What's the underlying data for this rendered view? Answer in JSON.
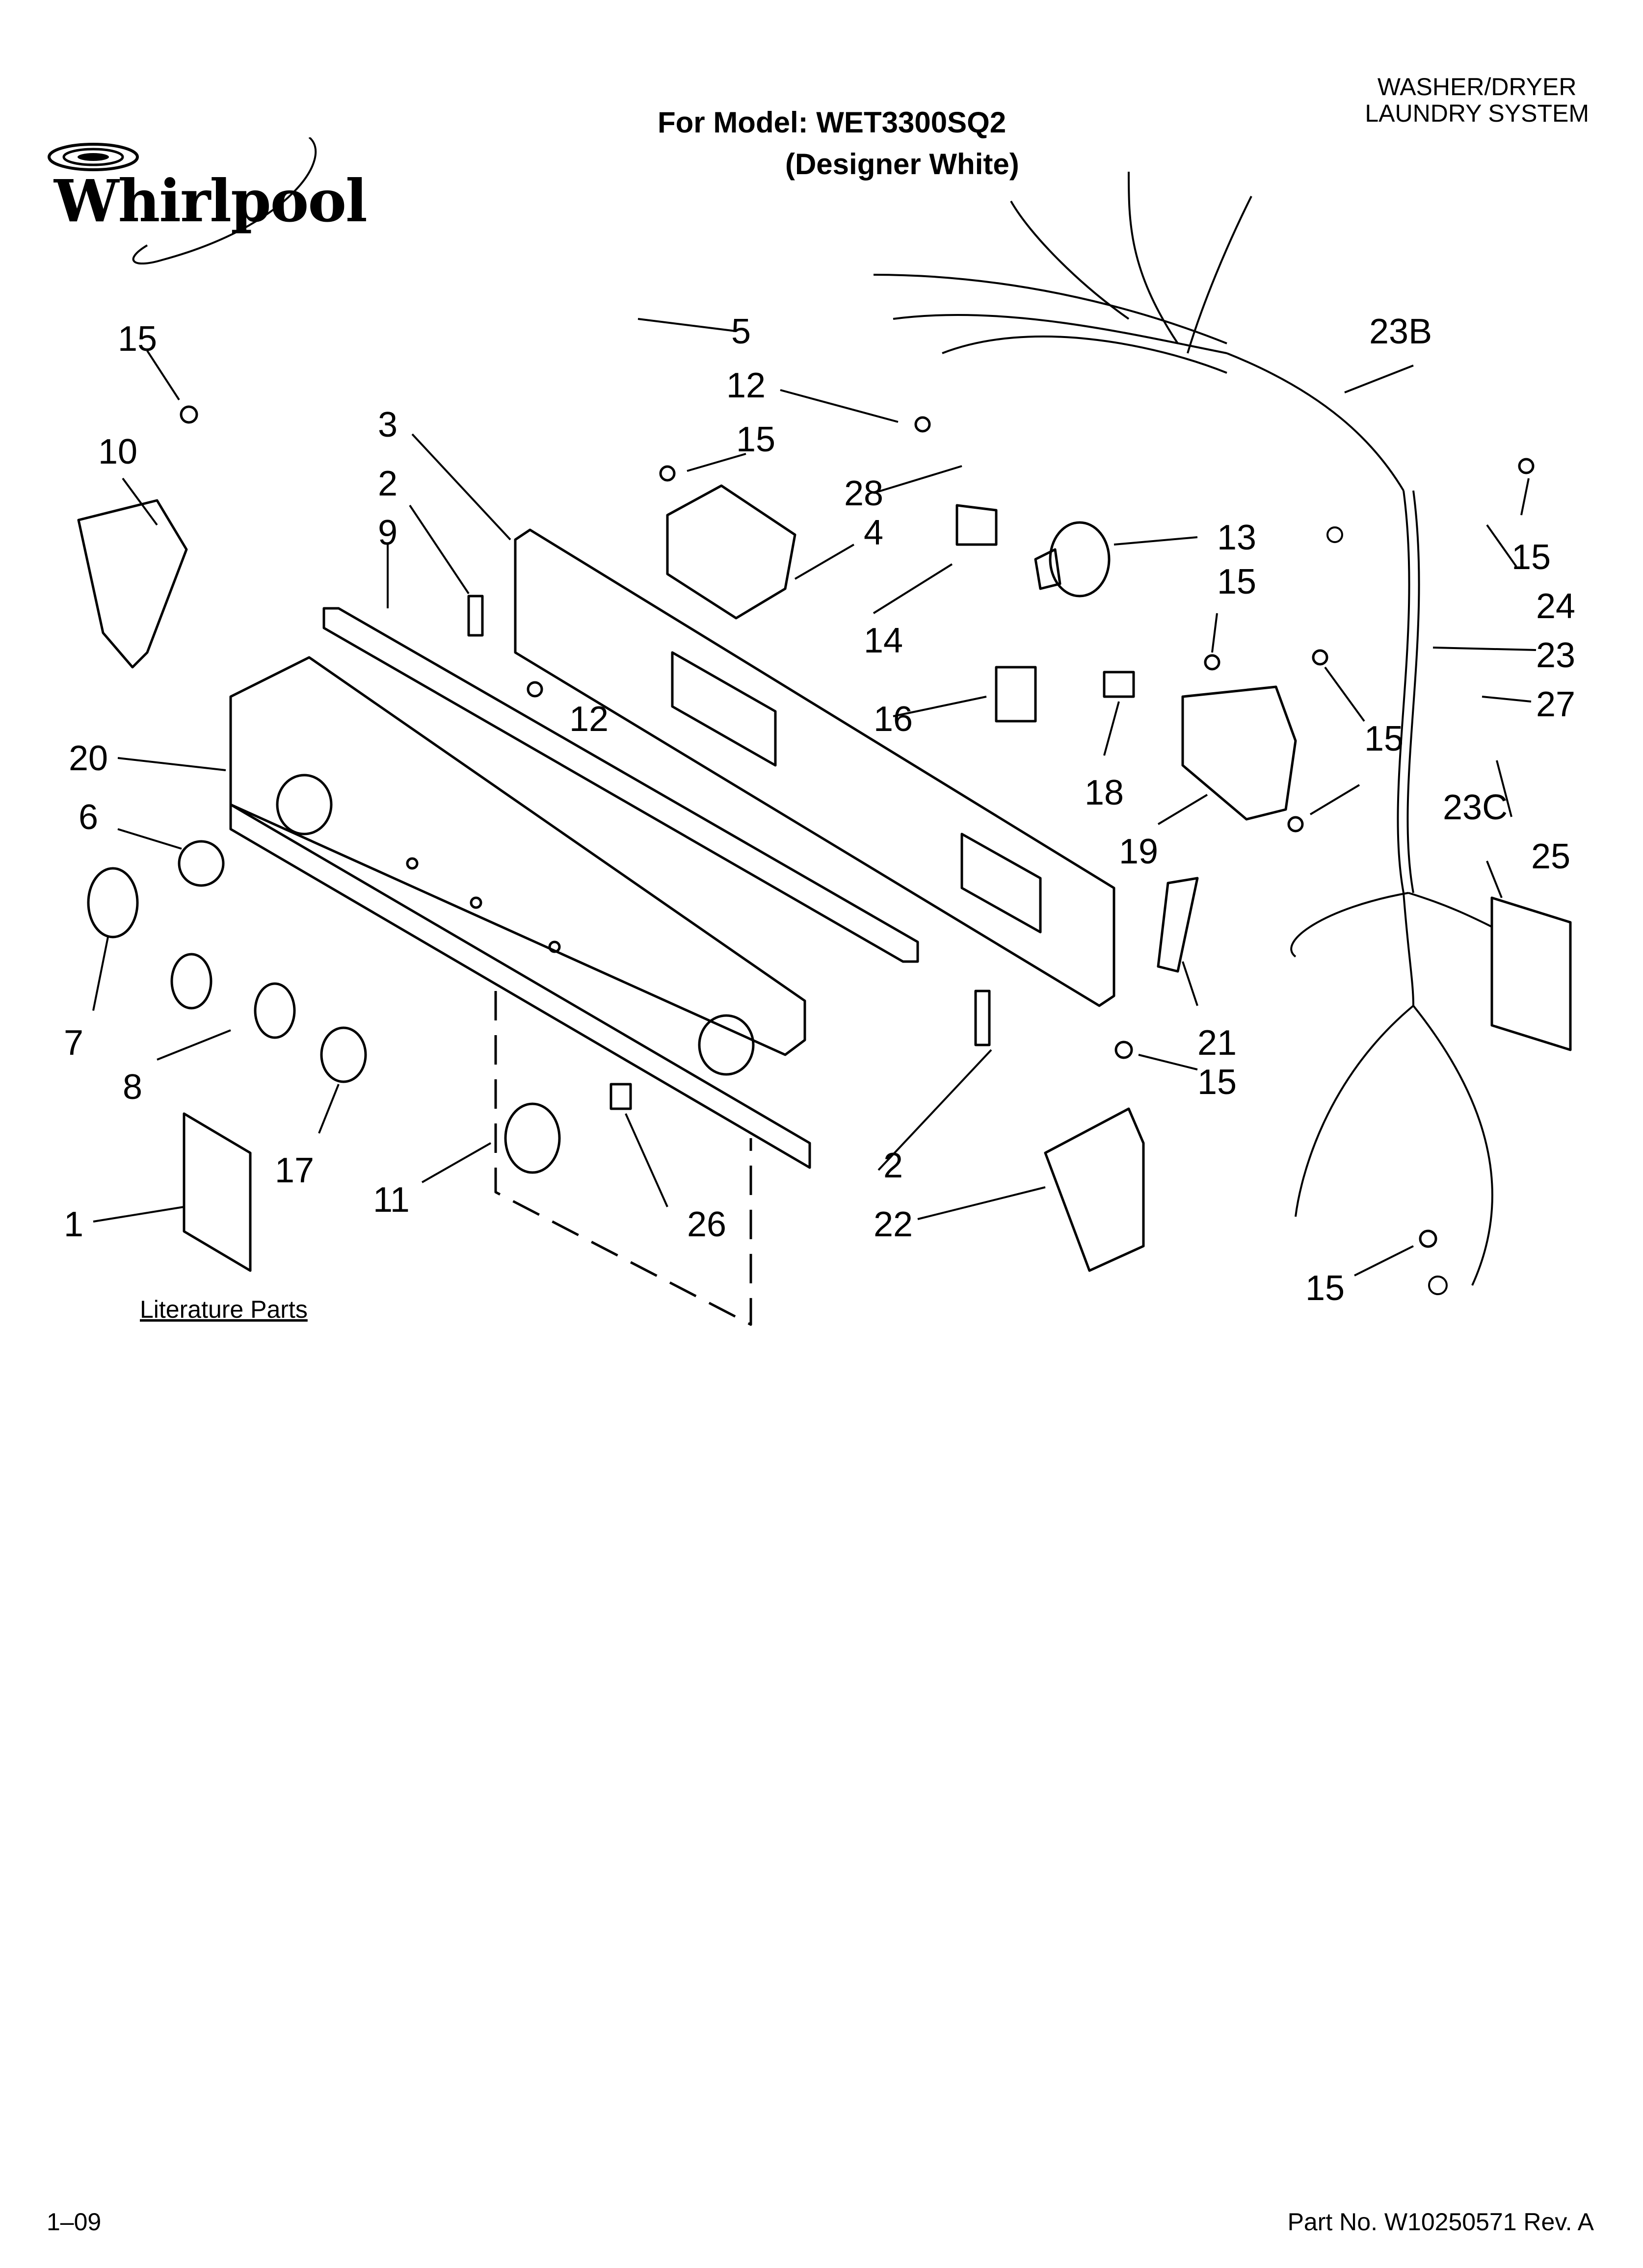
{
  "header": {
    "system_line1": "WASHER/DRYER",
    "system_line2": "LAUNDRY SYSTEM",
    "model_line": "For Model: WET3300SQ2",
    "variant": "(Designer White)"
  },
  "brand": {
    "logo_text": "Whirlpool"
  },
  "callouts": [
    "1",
    "2",
    "2",
    "3",
    "4",
    "5",
    "6",
    "7",
    "8",
    "9",
    "10",
    "11",
    "12",
    "12",
    "13",
    "14",
    "15",
    "15",
    "15",
    "15",
    "15",
    "15",
    "15",
    "16",
    "17",
    "18",
    "19",
    "20",
    "21",
    "22",
    "23",
    "23B",
    "23C",
    "24",
    "25",
    "26",
    "27",
    "28"
  ],
  "literature_label": "Literature Parts",
  "footer": {
    "date_code": "1–09",
    "part_number": "Part No. W10250571 Rev. A"
  }
}
